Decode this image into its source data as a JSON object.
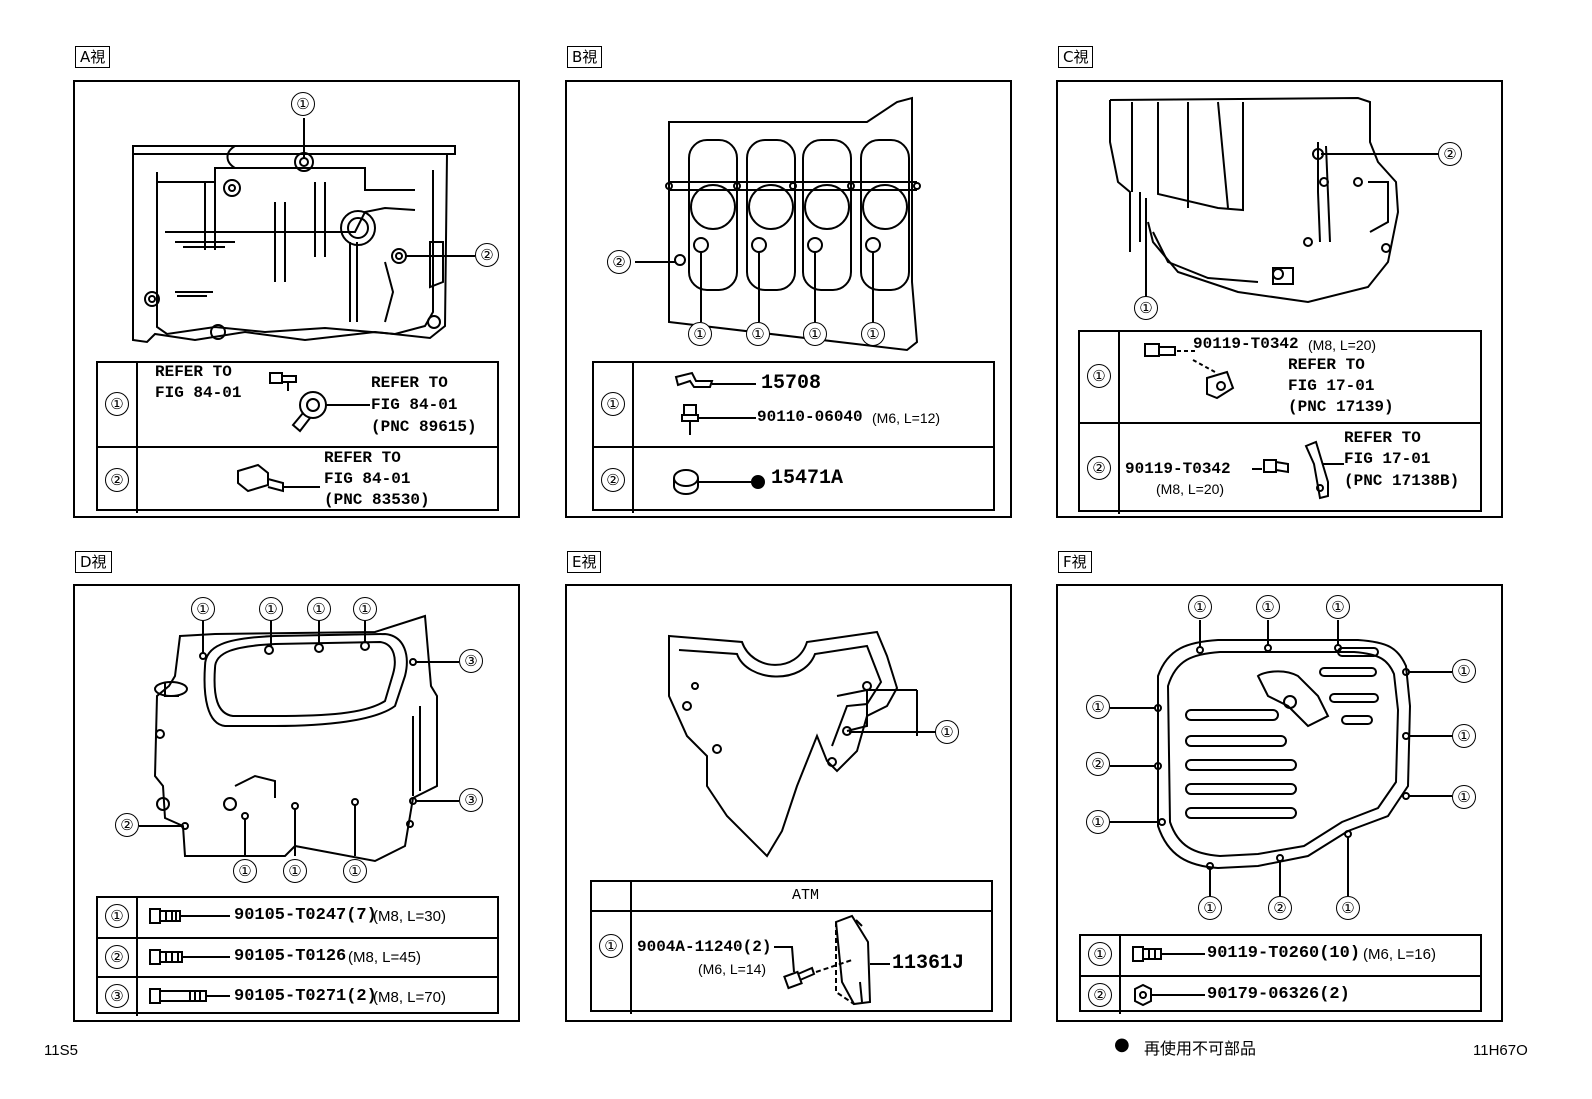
{
  "views": {
    "a": {
      "label": "A視"
    },
    "b": {
      "label": "B視"
    },
    "c": {
      "label": "C視"
    },
    "d": {
      "label": "D視"
    },
    "e": {
      "label": "E視"
    },
    "f": {
      "label": "F視"
    }
  },
  "callout_nums": {
    "one": "①",
    "two": "②",
    "three": "③"
  },
  "table_a": {
    "r1_ref1_l1": "REFER TO",
    "r1_ref1_l2": "FIG 84-01",
    "r1_ref2_l1": "REFER TO",
    "r1_ref2_l2": "FIG 84-01",
    "r1_ref2_l3": "(PNC 89615)",
    "r2_ref_l1": "REFER TO",
    "r2_ref_l2": "FIG 84-01",
    "r2_ref_l3": "(PNC 83530)"
  },
  "table_b": {
    "r1_part1": "15708",
    "r1_part2": "90110-06040",
    "r1_part2_spec": "(M6, L=12)",
    "r2_part": "15471A"
  },
  "table_c": {
    "r1_part": "90119-T0342",
    "r1_spec": "(M8, L=20)",
    "r1_ref_l1": "REFER TO",
    "r1_ref_l2": "FIG 17-01",
    "r1_ref_l3": "(PNC 17139)",
    "r2_part": "90119-T0342",
    "r2_spec": "(M8, L=20)",
    "r2_ref_l1": "REFER TO",
    "r2_ref_l2": "FIG 17-01",
    "r2_ref_l3": "(PNC 17138B)"
  },
  "table_d": {
    "r1_part": "90105-T0247(7)",
    "r1_spec": "(M8, L=30)",
    "r2_part": "90105-T0126",
    "r2_spec": "(M8, L=45)",
    "r3_part": "90105-T0271(2)",
    "r3_spec": "(M8, L=70)"
  },
  "table_e": {
    "header": "ATM",
    "r1_part": "9004A-11240(2)",
    "r1_spec": "(M6, L=14)",
    "r1_part2": "11361J"
  },
  "table_f": {
    "r1_part": "90119-T0260(10)",
    "r1_spec": "(M6, L=16)",
    "r2_part": "90179-06326(2)"
  },
  "footer": {
    "left_code": "11S5",
    "legend_mark": "●",
    "legend_text": "再使用不可部品",
    "right_code": "11H67O"
  }
}
